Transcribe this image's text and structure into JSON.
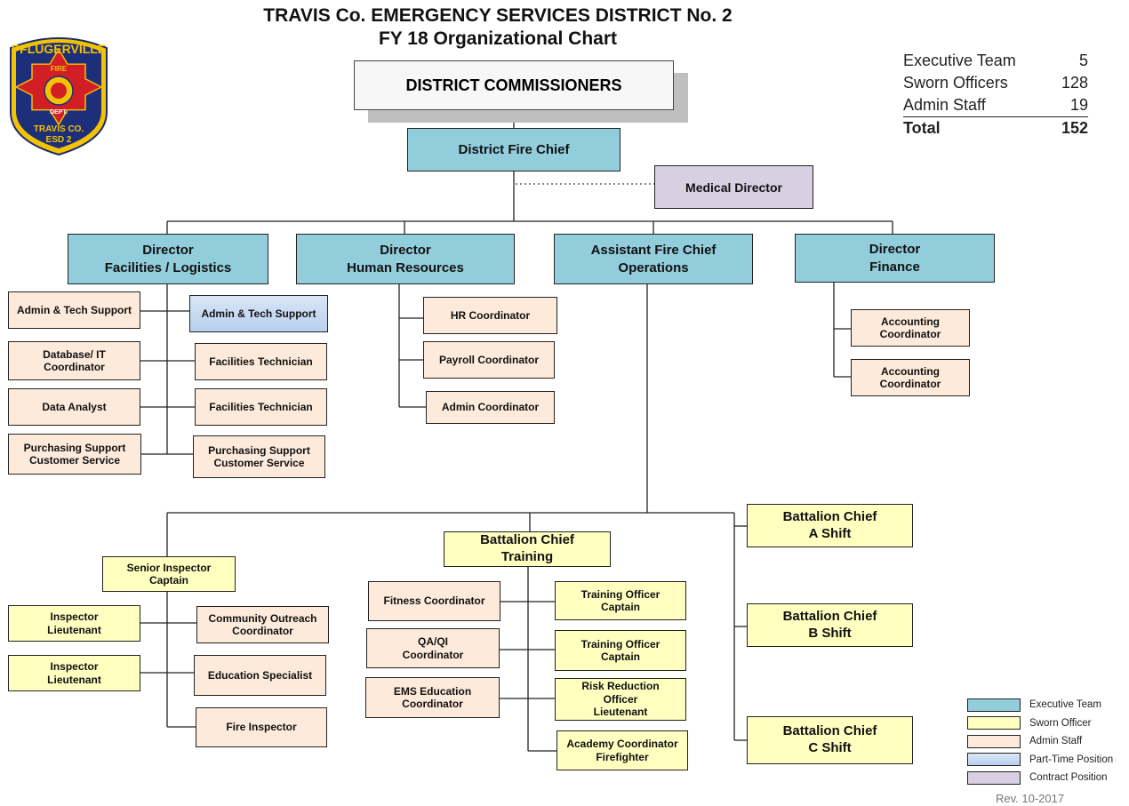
{
  "header": {
    "title_line1": "TRAVIS Co. EMERGENCY SERVICES DISTRICT No. 2",
    "title_line2": "FY 18 Organizational Chart"
  },
  "logo": {
    "top_text": "PFLUGERVILLE",
    "badge_text": "FIRE",
    "dept_text": "DEPT.",
    "bottom_line1": "TRAVIS CO.",
    "bottom_line2": "ESD 2"
  },
  "headcount": {
    "rows": [
      {
        "label": "Executive Team",
        "value": "5"
      },
      {
        "label": "Sworn Officers",
        "value": "128"
      },
      {
        "label": "Admin Staff",
        "value": "19"
      }
    ],
    "total_label": "Total",
    "total_value": "152"
  },
  "nodes": {
    "commissioners": "DISTRICT COMMISSIONERS",
    "fire_chief": "District Fire Chief",
    "medical_director": "Medical Director",
    "dir_facilities": "Director\nFacilities / Logistics",
    "dir_hr": "Director\nHuman Resources",
    "asst_chief": "Assistant Fire Chief\nOperations",
    "dir_finance": "Director\nFinance",
    "fac_admin_tech": "Admin & Tech Support",
    "fac_admin_tech_pt": "Admin & Tech Support",
    "fac_database_it": "Database/ IT\nCoordinator",
    "fac_technician_1": "Facilities Technician",
    "fac_data_analyst": "Data Analyst",
    "fac_technician_2": "Facilities Technician",
    "fac_purchasing_1": "Purchasing Support\nCustomer Service",
    "fac_purchasing_2": "Purchasing Support\nCustomer Service",
    "hr_coordinator": "HR Coordinator",
    "payroll_coordinator": "Payroll Coordinator",
    "admin_coordinator": "Admin Coordinator",
    "accounting_1": "Accounting\nCoordinator",
    "accounting_2": "Accounting\nCoordinator",
    "senior_inspector": "Senior Inspector\nCaptain",
    "inspector_lt_1": "Inspector\nLieutenant",
    "inspector_lt_2": "Inspector\nLieutenant",
    "community_outreach": "Community Outreach\nCoordinator",
    "education_specialist": "Education Specialist",
    "fire_inspector": "Fire Inspector",
    "bc_training": "Battalion Chief\nTraining",
    "fitness_coordinator": "Fitness Coordinator",
    "qa_qi": "QA/QI\nCoordinator",
    "ems_education": "EMS Education\nCoordinator",
    "training_officer_1": "Training Officer\nCaptain",
    "training_officer_2": "Training Officer\nCaptain",
    "risk_reduction": "Risk Reduction\nOfficer\nLieutenant",
    "academy_coordinator": "Academy Coordinator\nFirefighter",
    "bc_a_shift": "Battalion Chief\nA Shift",
    "bc_b_shift": "Battalion Chief\nB Shift",
    "bc_c_shift": "Battalion Chief\nC Shift"
  },
  "legend": {
    "items": [
      {
        "label": "Executive Team",
        "color": "#92cddc"
      },
      {
        "label": "Sworn Officer",
        "color": "#ffffc0"
      },
      {
        "label": "Admin Staff",
        "color": "#fdeada"
      },
      {
        "label": "Part-Time Position",
        "color": "#c6d9f1"
      },
      {
        "label": "Contract Position",
        "color": "#d9cfe3"
      }
    ]
  },
  "revision": "Rev. 10-2017"
}
